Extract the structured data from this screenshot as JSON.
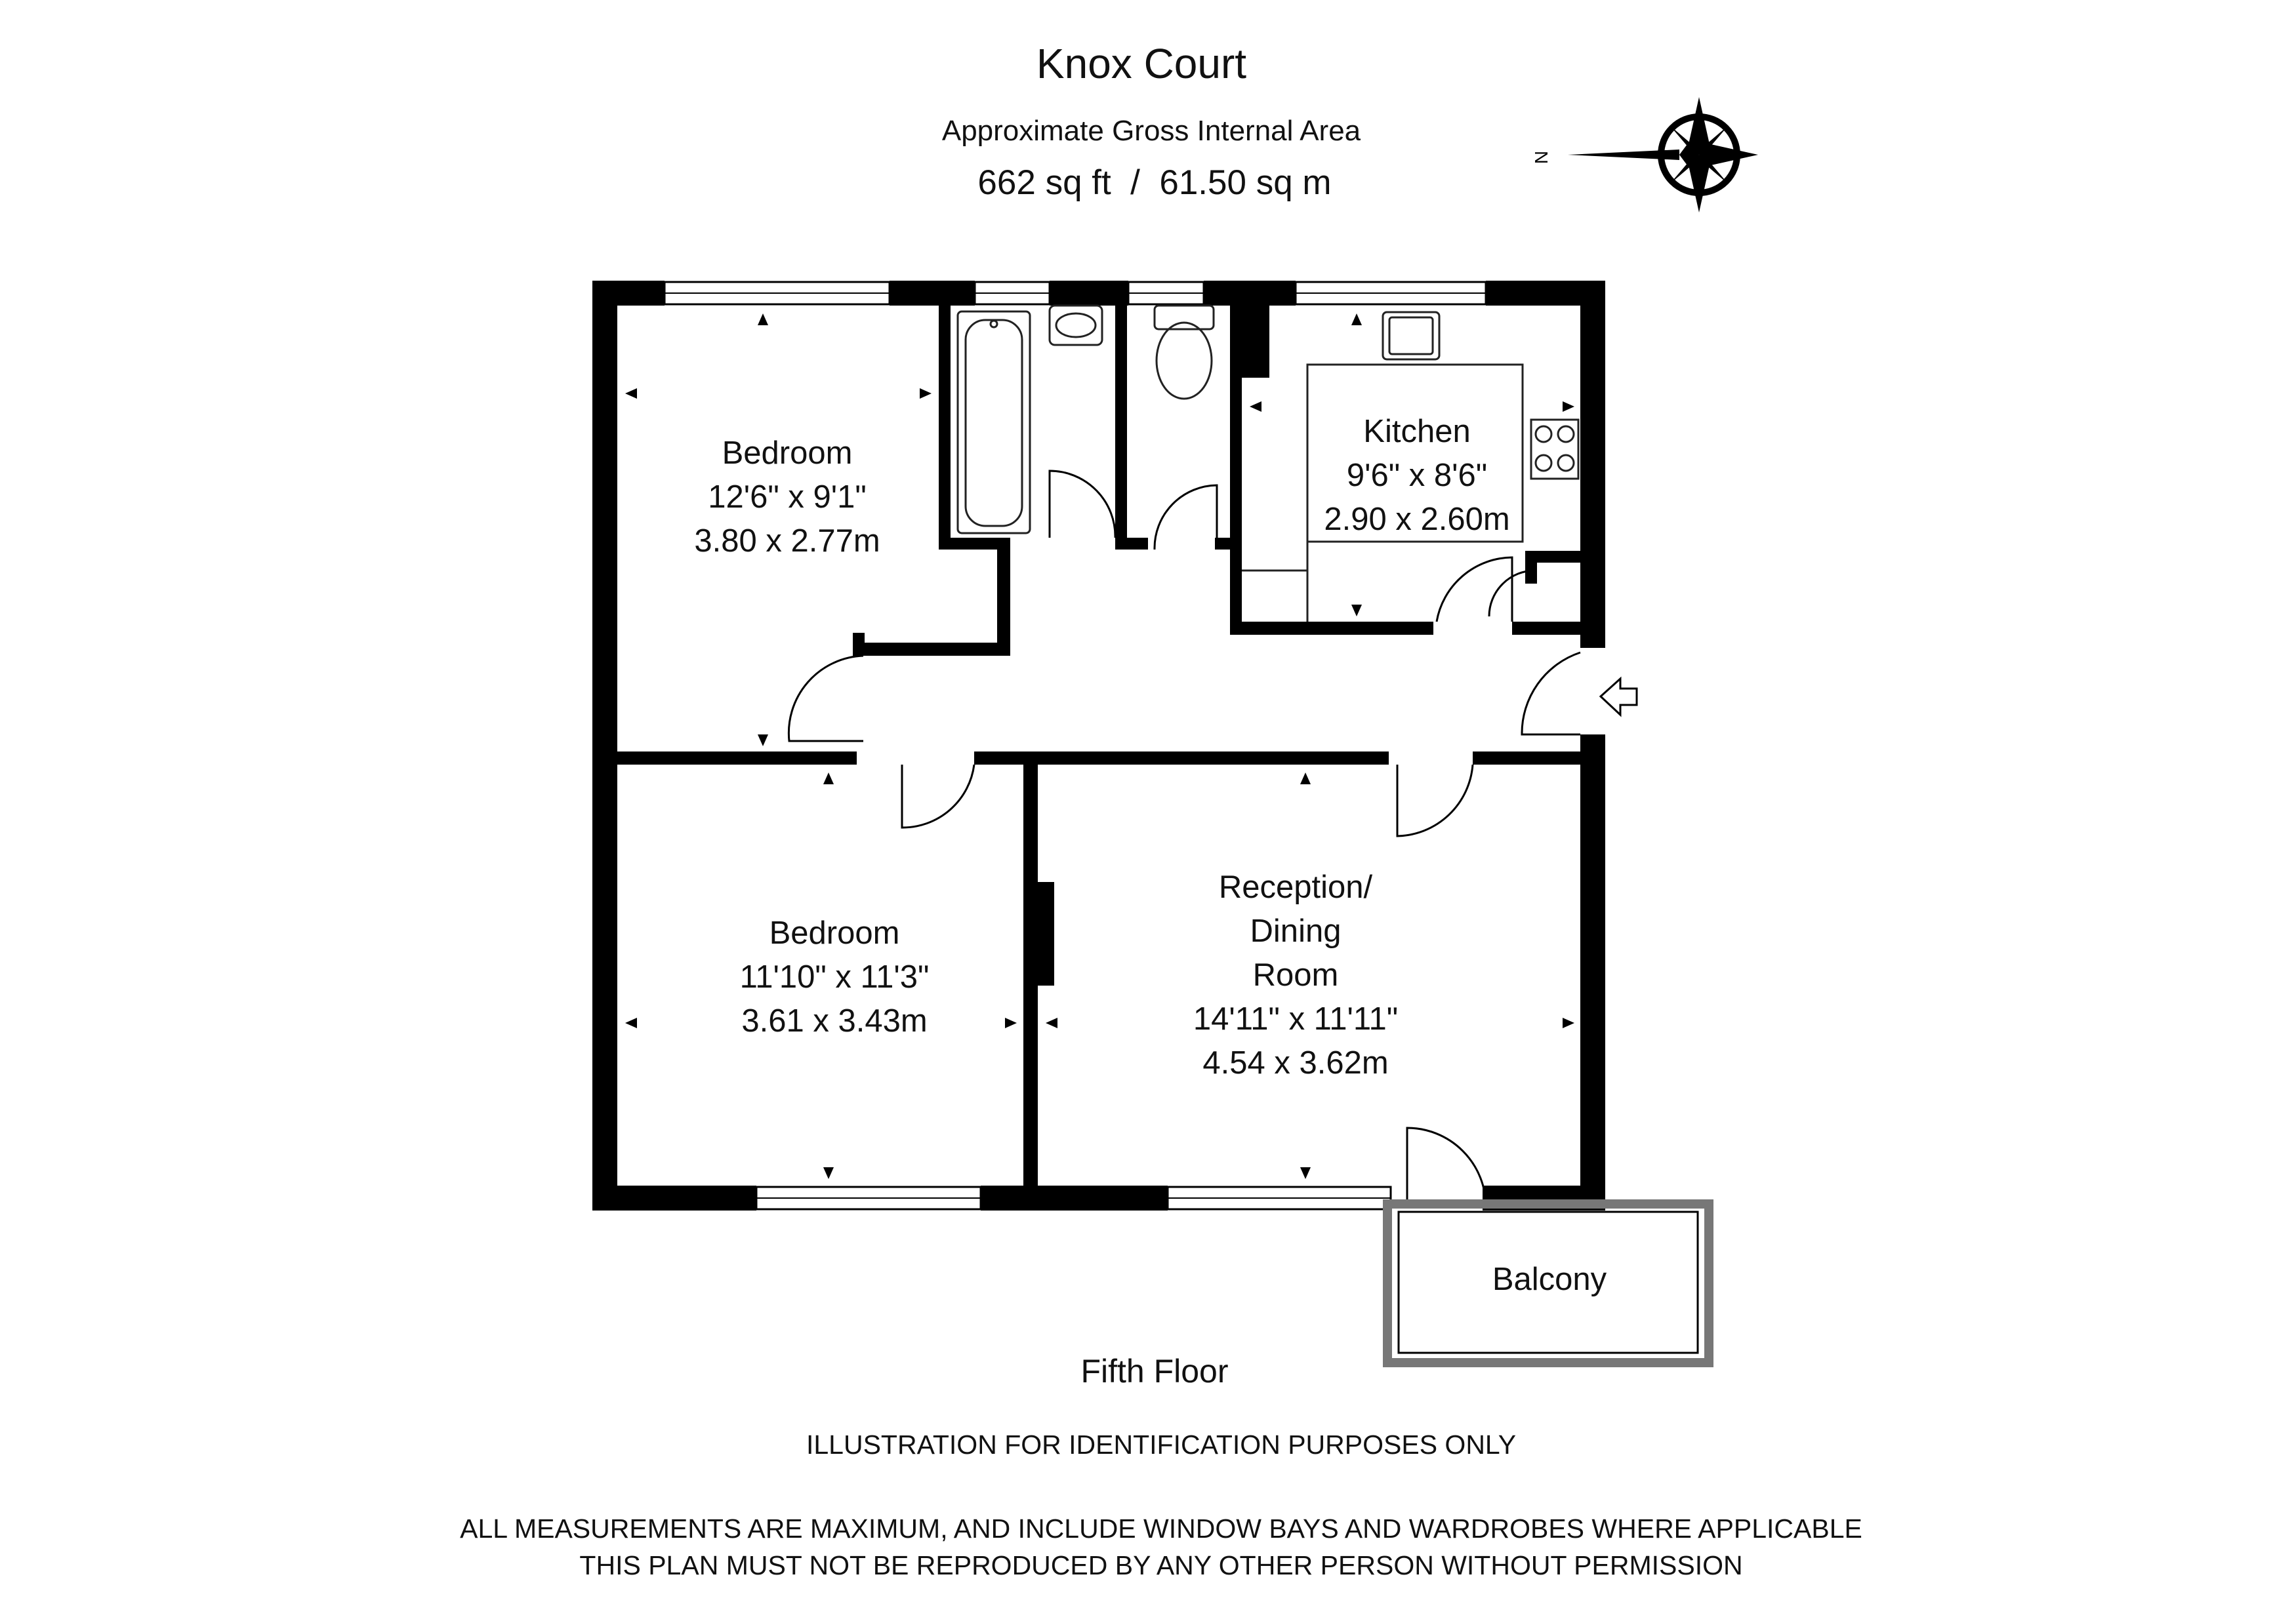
{
  "header": {
    "title": "Knox Court",
    "area_label": "Approximate Gross Internal Area",
    "area_value": "662 sq ft  /  61.50 sq m"
  },
  "compass": {
    "label": "N",
    "icon": "compass-rose-icon"
  },
  "rooms": {
    "bedroom1": {
      "name": "Bedroom",
      "dim_imperial": "12'6\" x 9'1\"",
      "dim_metric": "3.80 x 2.77m"
    },
    "kitchen": {
      "name": "Kitchen",
      "dim_imperial": "9'6\" x 8'6\"",
      "dim_metric": "2.90 x 2.60m"
    },
    "bedroom2": {
      "name": "Bedroom",
      "dim_imperial": "11'10\" x 11'3\"",
      "dim_metric": "3.61 x 3.43m"
    },
    "reception": {
      "name_line1": "Reception/",
      "name_line2": "Dining",
      "name_line3": "Room",
      "dim_imperial": "14'11\" x 11'11\"",
      "dim_metric": "4.54 x 3.62m"
    },
    "balcony": {
      "name": "Balcony"
    }
  },
  "floor_label": "Fifth Floor",
  "footer": {
    "line1": "ILLUSTRATION FOR IDENTIFICATION PURPOSES ONLY",
    "line2": "ALL MEASUREMENTS ARE MAXIMUM, AND INCLUDE WINDOW BAYS AND WARDROBES WHERE APPLICABLE",
    "line3": "THIS PLAN MUST NOT BE REPRODUCED BY ANY OTHER PERSON WITHOUT PERMISSION"
  },
  "colors": {
    "wall": "#000000",
    "window": "#ffffff",
    "fixture": "#333333",
    "balcony_hatch": "#888888"
  }
}
